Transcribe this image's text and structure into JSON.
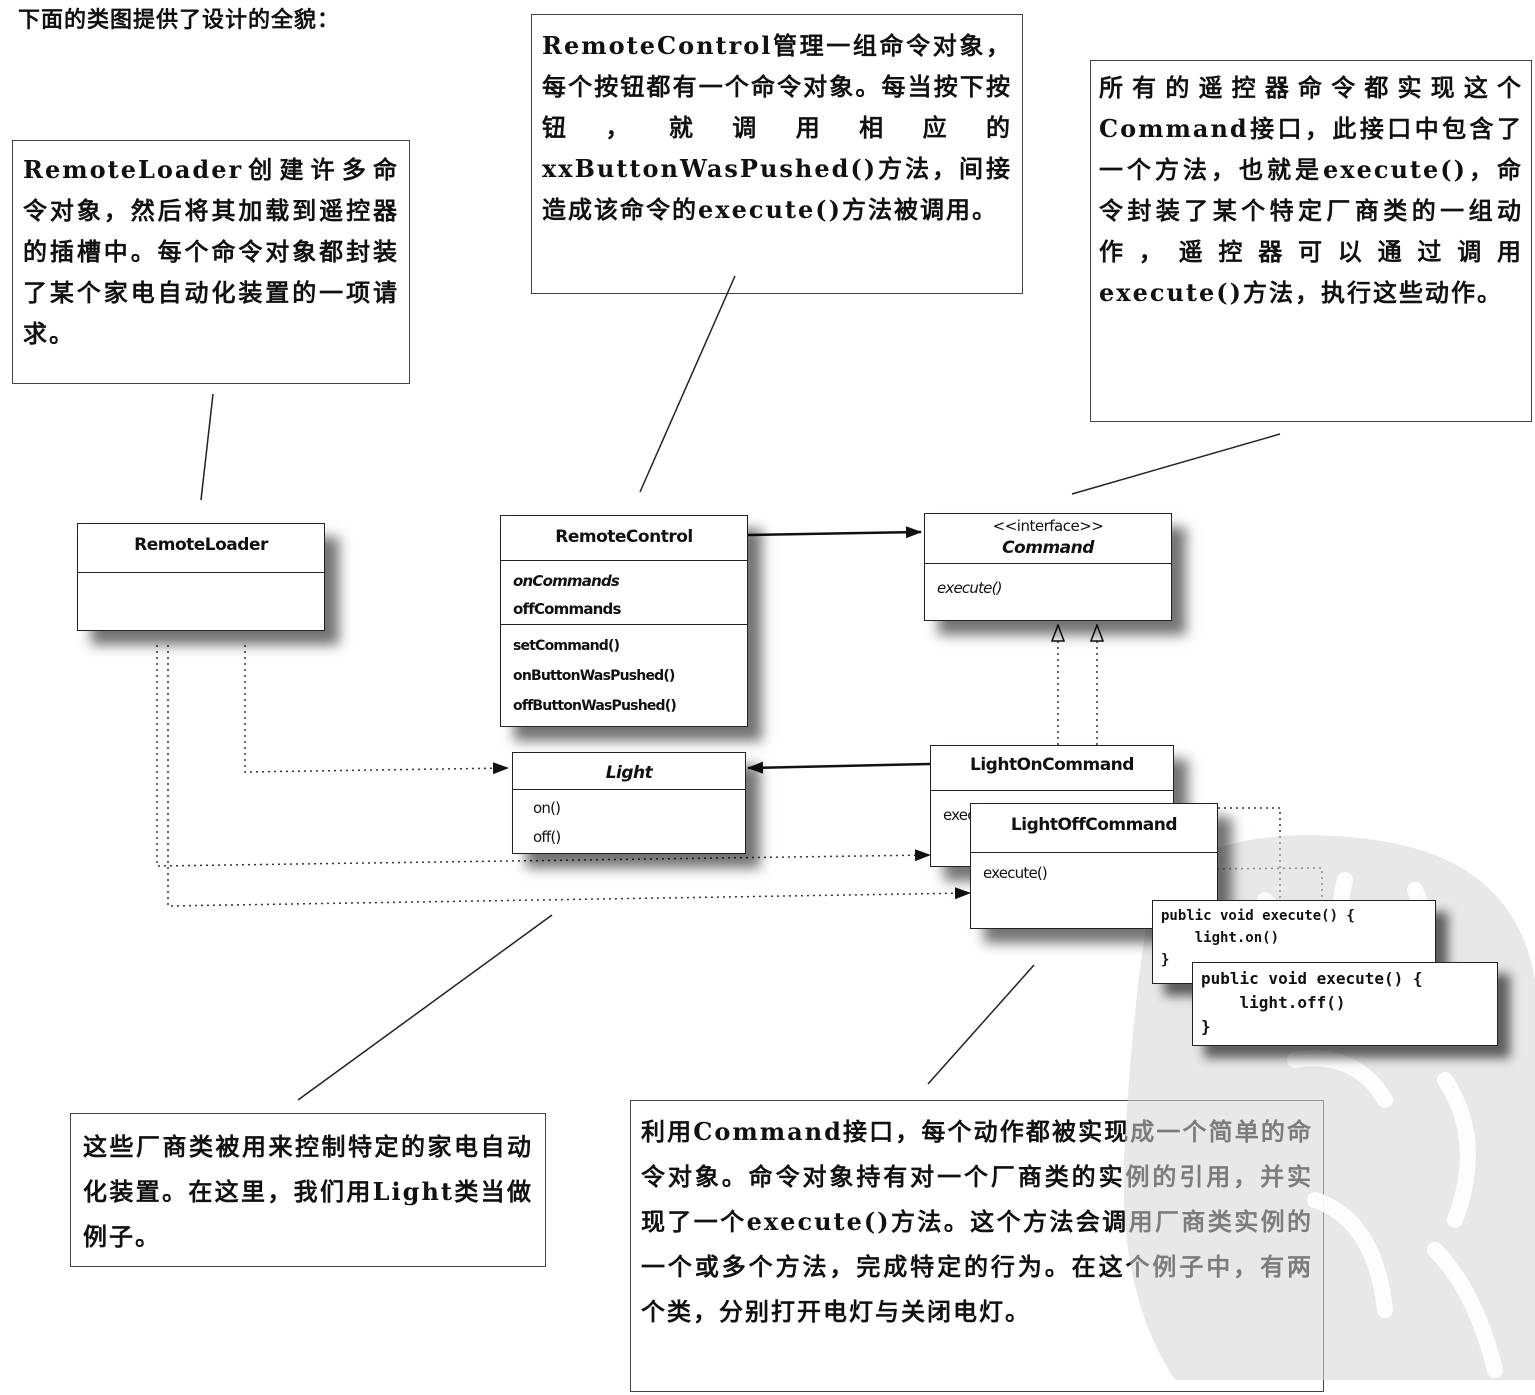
{
  "intro": "下面的类图提供了设计的全貌：",
  "notes": {
    "remote_loader": "RemoteLoader创建许多命令对象，然后将其加载到遥控器的插槽中。每个命令对象都封装了某个家电自动化装置的一项请求。",
    "remote_control": "RemoteControl管理一组命令对象，每个按钮都有一个命令对象。每当按下按钮，就调用相应的xxButtonWasPushed()方法，间接造成该命令的execute()方法被调用。",
    "command_interface": "所有的遥控器命令都实现这个Command接口，此接口中包含了一个方法，也就是execute()，命令封装了某个特定厂商类的一组动作，遥控器可以通过调用execute()方法，执行这些动作。",
    "vendor_classes": "这些厂商类被用来控制特定的家电自动化装置。在这里，我们用Light类当做例子。",
    "command_objects": "利用Command接口，每个动作都被实现成一个简单的命令对象。命令对象持有对一个厂商类的实例的引用，并实现了一个execute()方法。这个方法会调用厂商类实例的一个或多个方法，完成特定的行为。在这个例子中，有两个类，分别打开电灯与关闭电灯。"
  },
  "classes": {
    "remote_loader": {
      "name": "RemoteLoader"
    },
    "remote_control": {
      "name": "RemoteControl",
      "fields": [
        "onCommands",
        "offCommands"
      ],
      "methods": [
        "setCommand()",
        "onButtonWasPushed()",
        "offButtonWasPushed()"
      ]
    },
    "command": {
      "stereotype": "<<interface>>",
      "name": "Command",
      "methods": [
        "execute()"
      ]
    },
    "light": {
      "name": "Light",
      "methods": [
        "on()",
        "off()"
      ]
    },
    "light_on_command": {
      "name": "LightOnCommand",
      "methods": [
        "execute()"
      ]
    },
    "light_off_command": {
      "name": "LightOffCommand",
      "methods": [
        "execute()"
      ]
    }
  },
  "code": {
    "on": "public void execute() {\n    light.on()\n}",
    "off": "public void execute() {\n    light.off()\n}"
  }
}
